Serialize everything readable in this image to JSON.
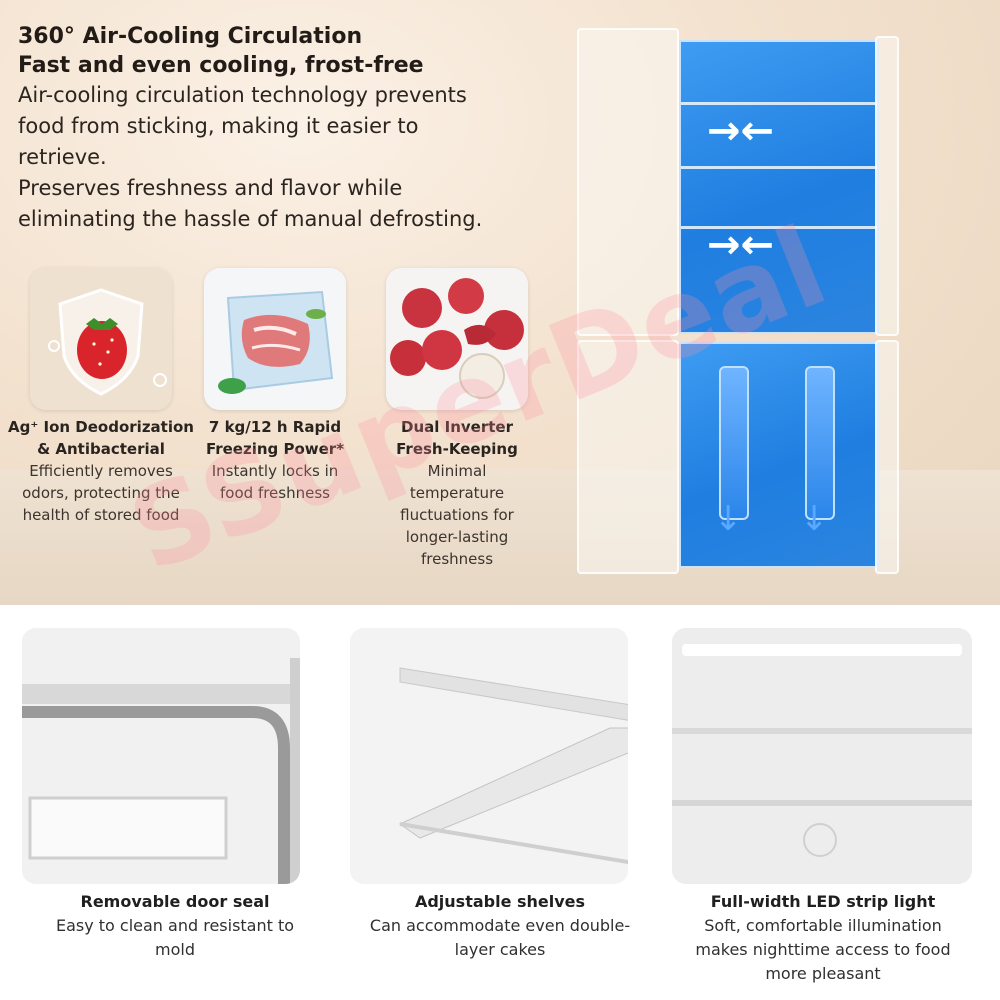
{
  "headline": {
    "title": "360° Air-Cooling Circulation",
    "subtitle": "Fast and even cooling, frost-free",
    "body_line1": "Air-cooling circulation technology prevents",
    "body_line2": "food from sticking, making it easier to",
    "body_line3": "retrieve.",
    "body_line4": "Preserves freshness and flavor while",
    "body_line5": "eliminating the hassle of manual defrosting."
  },
  "features": [
    {
      "title_1": "Ag⁺ Ion Deodorization",
      "title_2": "& Antibacterial",
      "desc_1": "Efficiently removes",
      "desc_2": "odors, protecting the",
      "desc_3": "health of stored food"
    },
    {
      "title_1": "7 kg/12 h Rapid",
      "title_2": "Freezing Power*",
      "desc_1": "Instantly locks in",
      "desc_2": "food freshness"
    },
    {
      "title_1": "Dual Inverter",
      "title_2": "Fresh-Keeping",
      "desc_1": "Minimal",
      "desc_2": "temperature",
      "desc_3": "fluctuations for",
      "desc_4": "longer-lasting",
      "desc_5": "freshness"
    }
  ],
  "bottom": [
    {
      "title": "Removable door seal",
      "desc_1": "Easy to clean and resistant to",
      "desc_2": "mold"
    },
    {
      "title": "Adjustable shelves",
      "desc_1": "Can accommodate even double-",
      "desc_2": "layer cakes"
    },
    {
      "title": "Full-width LED strip light",
      "desc_1": "Soft, comfortable illumination",
      "desc_2": "makes nighttime access to food",
      "desc_3": "more pleasant"
    }
  ],
  "watermark": "SSuperDeal",
  "colors": {
    "airflow_blue": "#1f7ee0",
    "background_warm": "#f3e2cf"
  }
}
